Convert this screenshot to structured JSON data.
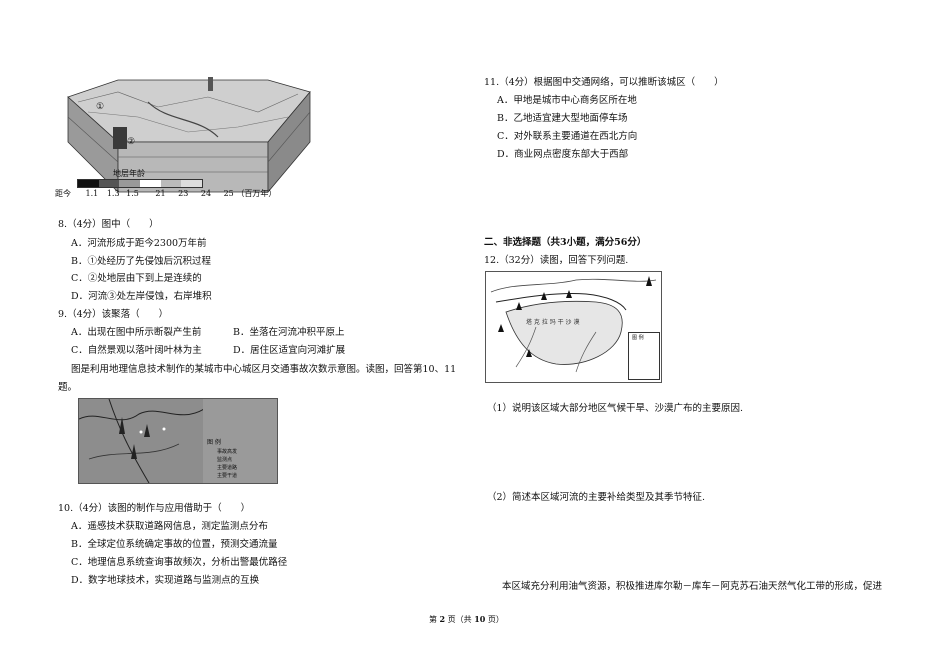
{
  "figure1": {
    "markers": [
      "①",
      "②"
    ],
    "legend_title": "地层年龄",
    "scale_prefix": "距今",
    "scale_values": [
      "1.1",
      "1.3",
      "1.5",
      "21",
      "23",
      "24",
      "25"
    ],
    "scale_unit": "（百万年）"
  },
  "q8": {
    "stem": "8.（4分）图中（　　）",
    "options": [
      "A．河流形成于距今2300万年前",
      "B．①处经历了先侵蚀后沉积过程",
      "C．②处地层由下到上是连续的",
      "D．河流③处左岸侵蚀，右岸堆积"
    ]
  },
  "q9": {
    "stem": "9.（4分）该聚落（　　）",
    "options": [
      "A．出现在图中所示断裂产生前",
      "B．坐落在河流冲积平原上",
      "C．自然景观以落叶阔叶林为主",
      "D．居住区适宜向河滩扩展"
    ]
  },
  "intro10": {
    "line1": "图是利用地理信息技术制作的某城市中心城区月交通事故次数示意图。读图，回答第10、11",
    "line2": "题。"
  },
  "figure2": {
    "legend_title": "图  例",
    "legend_items": [
      "事故高发",
      "监测点",
      "主要道路",
      "主要干道"
    ]
  },
  "q10": {
    "stem": "10.（4分）该图的制作与应用借助于（　　）",
    "options": [
      "A．遥感技术获取道路网信息，测定监测点分布",
      "B．全球定位系统确定事故的位置，预测交通流量",
      "C．地理信息系统查询事故频次，分析出警最优路径",
      "D．数字地球技术，实现道路与监测点的互换"
    ]
  },
  "q11": {
    "stem": "11.（4分）根据图中交通网络，可以推断该城区（　　）",
    "options": [
      "A．甲地是城市中心商务区所在地",
      "B．乙地适宜建大型地面停车场",
      "C．对外联系主要通道在西北方向",
      "D．商业网点密度东部大于西部"
    ]
  },
  "section2": "二、非选择题（共3小题，满分56分）",
  "q12": {
    "stem": "12.（32分）读图，回答下列问题.",
    "map_label": "塔  克  拉  玛  干  沙  漠",
    "map_legend_title": "图  例",
    "sub1": "（1）说明该区域大部分地区气候干旱、沙漠广布的主要原因.",
    "sub2": "（2）简述本区域河流的主要补给类型及其季节特征.",
    "para": "本区域充分利用油气资源，积极推进库尔勒－库车－阿克苏石油天然气化工带的形成，促进"
  },
  "footer": {
    "pre": "第",
    "page": "2",
    "mid": "页（共",
    "total": "10",
    "post": "页）"
  }
}
